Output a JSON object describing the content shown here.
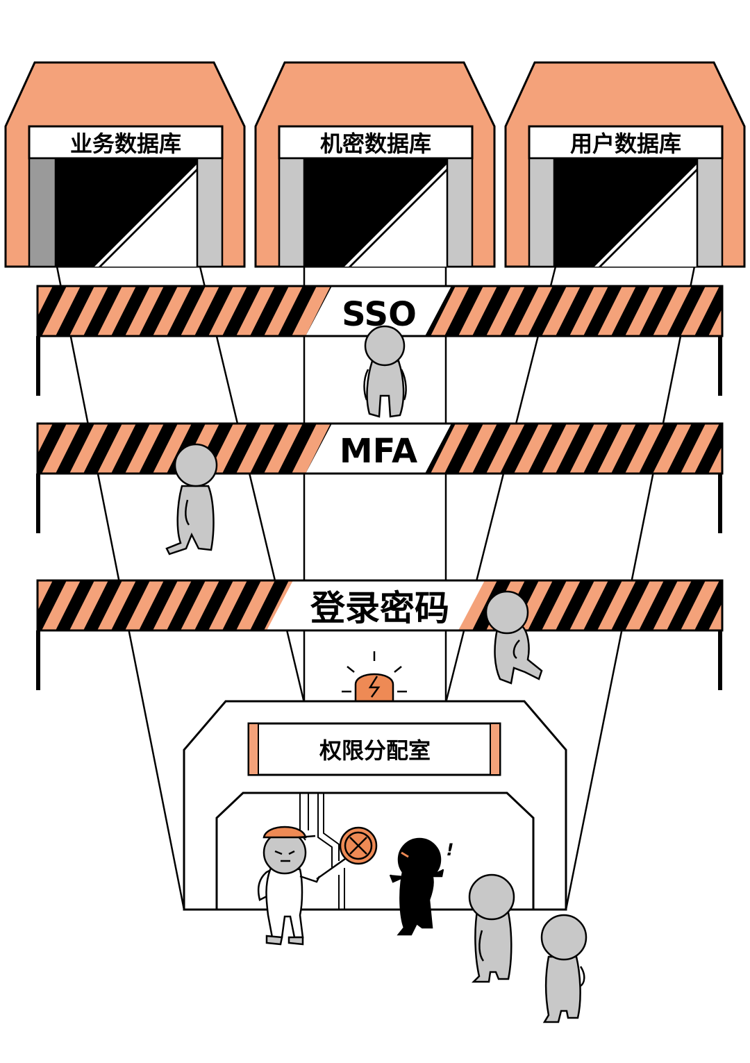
{
  "colors": {
    "orange": "#F4A27A",
    "orange_dark": "#EE8A55",
    "black": "#000000",
    "white": "#FFFFFF",
    "gray_person": "#C8C8C8",
    "gray_jamb": "#C7C7C7",
    "gray_jamb_dark": "#9A9A9A"
  },
  "databases": [
    {
      "label": "业务数据库"
    },
    {
      "label": "机密数据库"
    },
    {
      "label": "用户数据库"
    }
  ],
  "barriers": [
    {
      "label": "SSO"
    },
    {
      "label": "MFA"
    },
    {
      "label": "登录密码"
    }
  ],
  "room": {
    "label": "权限分配室"
  },
  "alert": {
    "mark": "!"
  }
}
